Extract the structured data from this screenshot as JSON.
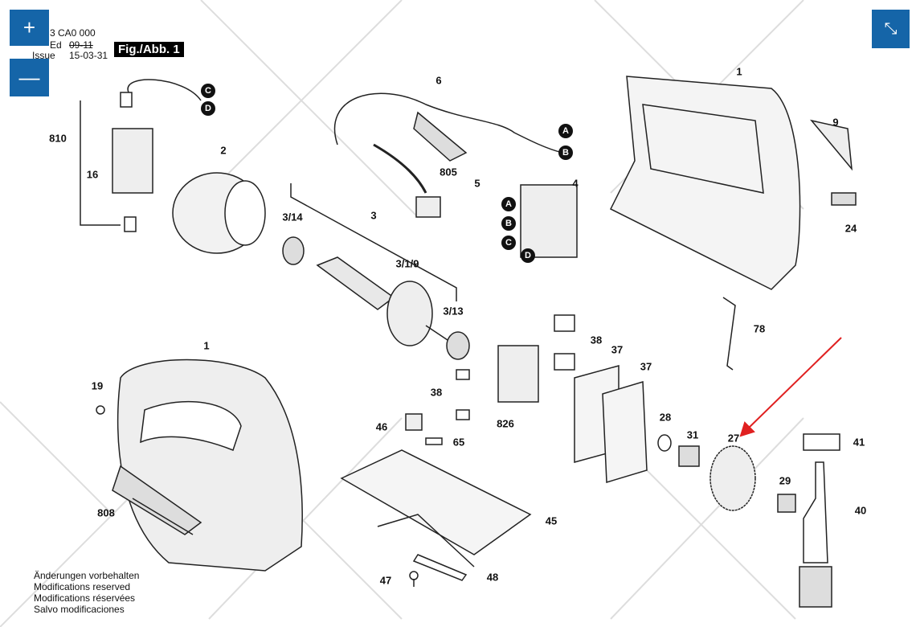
{
  "viewer": {
    "zoom_in_label": "+",
    "zoom_out_label": "—",
    "fit_label": "⤡",
    "accent_color": "#1565a8"
  },
  "header": {
    "code": "3 CA0 000",
    "ed_label": "Ed",
    "ed_value": "09-11",
    "issue_label": "Issue",
    "issue_value": "15-03-31",
    "figure": "Fig./Abb. 1"
  },
  "parts": [
    "810",
    "16",
    "2",
    "6",
    "805",
    "5",
    "4",
    "3",
    "3/14",
    "3/1/9",
    "3/13",
    "1",
    "9",
    "24",
    "78",
    "38",
    "37",
    "37",
    "1",
    "19",
    "38",
    "826",
    "46",
    "65",
    "28",
    "31",
    "27",
    "41",
    "29",
    "40",
    "45",
    "808",
    "47",
    "48"
  ],
  "connectors": [
    "C",
    "D",
    "A",
    "B",
    "A",
    "B",
    "C",
    "D"
  ],
  "notes": [
    "Änderungen vorbehalten",
    "Modifications reserved",
    "Modifications réservées",
    "Salvo modificaciones"
  ],
  "highlight_color": "#e02020"
}
